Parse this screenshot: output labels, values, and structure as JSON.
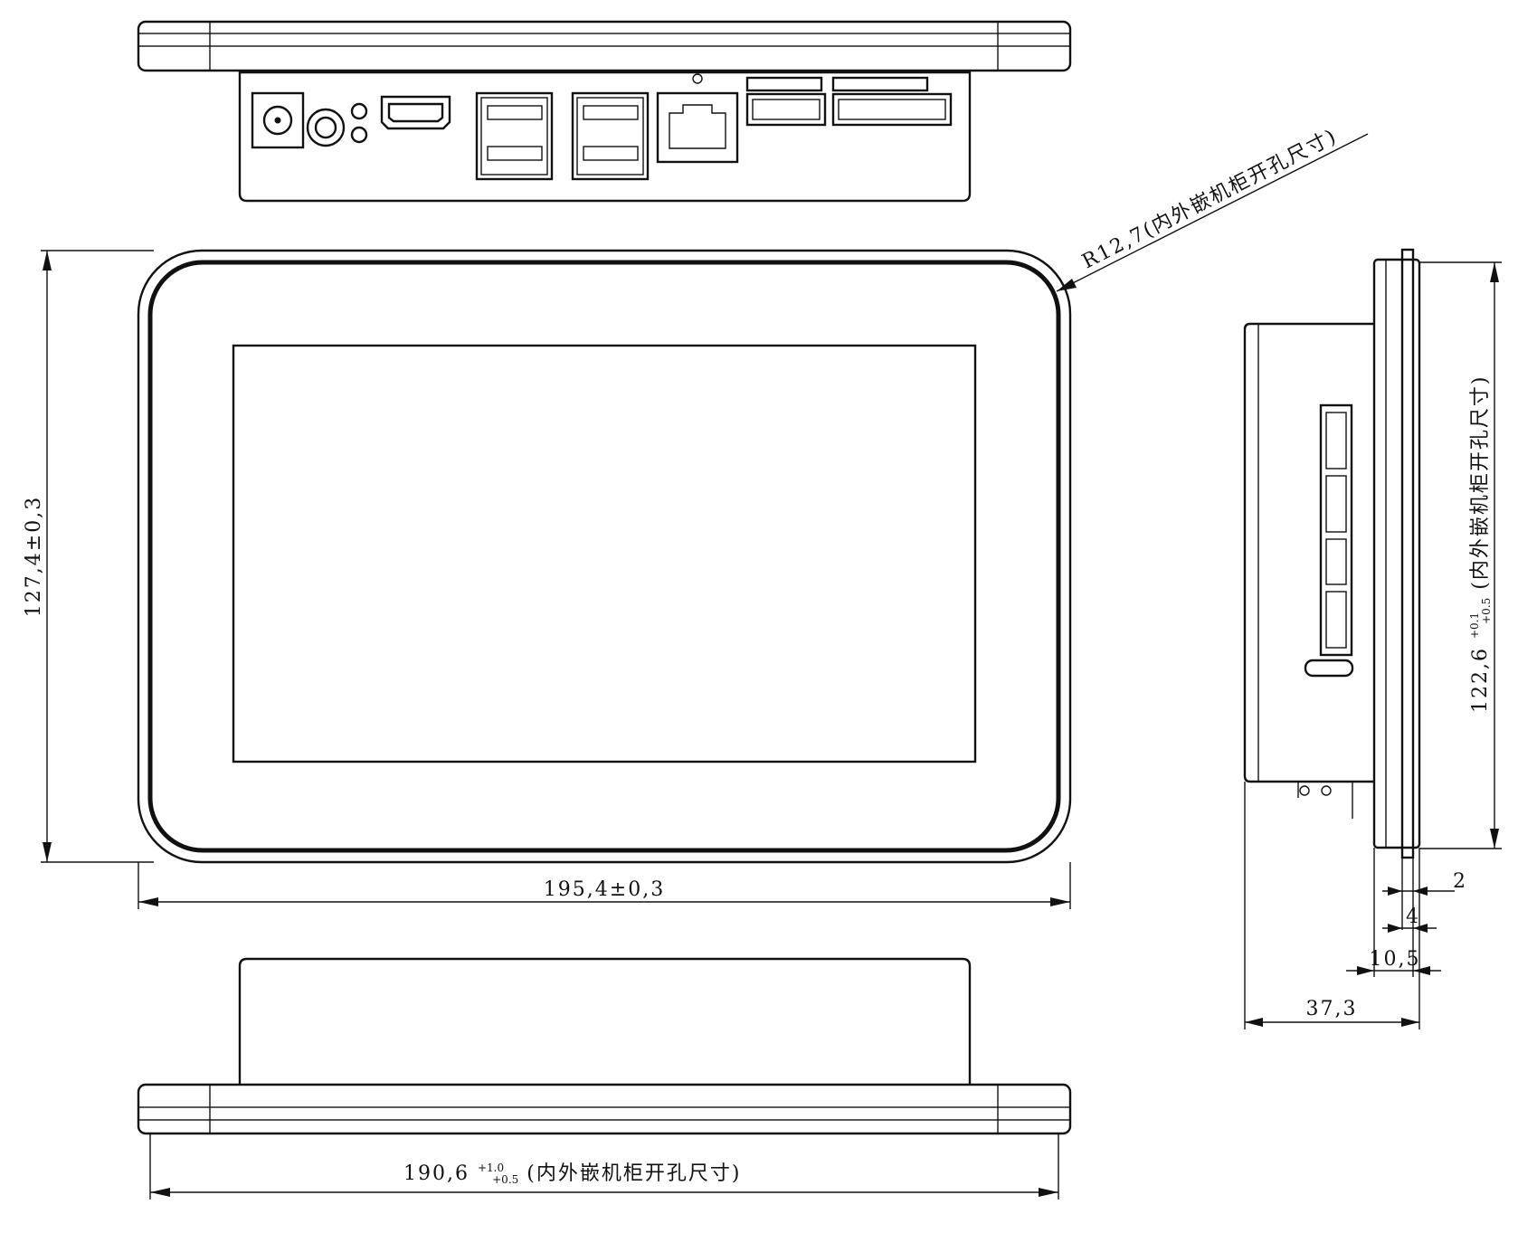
{
  "drawing": {
    "views": [
      "top-view",
      "front-view",
      "right-side-view",
      "bottom-view"
    ],
    "labels": {
      "width_outer": "195,4±0,3",
      "height_outer": "127,4±0,3",
      "corner_radius": "R12,7(内外嵌机柜开孔尺寸)",
      "cutout_width_base": "190,6",
      "cutout_width_tol_upper": "+1.0",
      "cutout_width_tol_lower": "+0.5",
      "cutout_width_note": "(内外嵌机柜开孔尺寸)",
      "cutout_height_base": "122,6",
      "cutout_height_tol_upper": "+0.1",
      "cutout_height_tol_lower": "+0.5",
      "cutout_height_note": "(内外嵌机柜开孔尺寸)",
      "depth_total": "37,3",
      "depth_flange": "10,5",
      "depth_panel": "4",
      "depth_lip": "2"
    },
    "top_view_ports": [
      "dc-power-jack",
      "audio-jack",
      "indicator-leds",
      "hdmi-port",
      "usb-port-pair-1",
      "usb-port-pair-2",
      "rj45-ethernet-port",
      "terminal-connector-1",
      "terminal-connector-2"
    ],
    "side_view_ports": [
      "side-terminal-connectors",
      "usb-c-port"
    ]
  }
}
